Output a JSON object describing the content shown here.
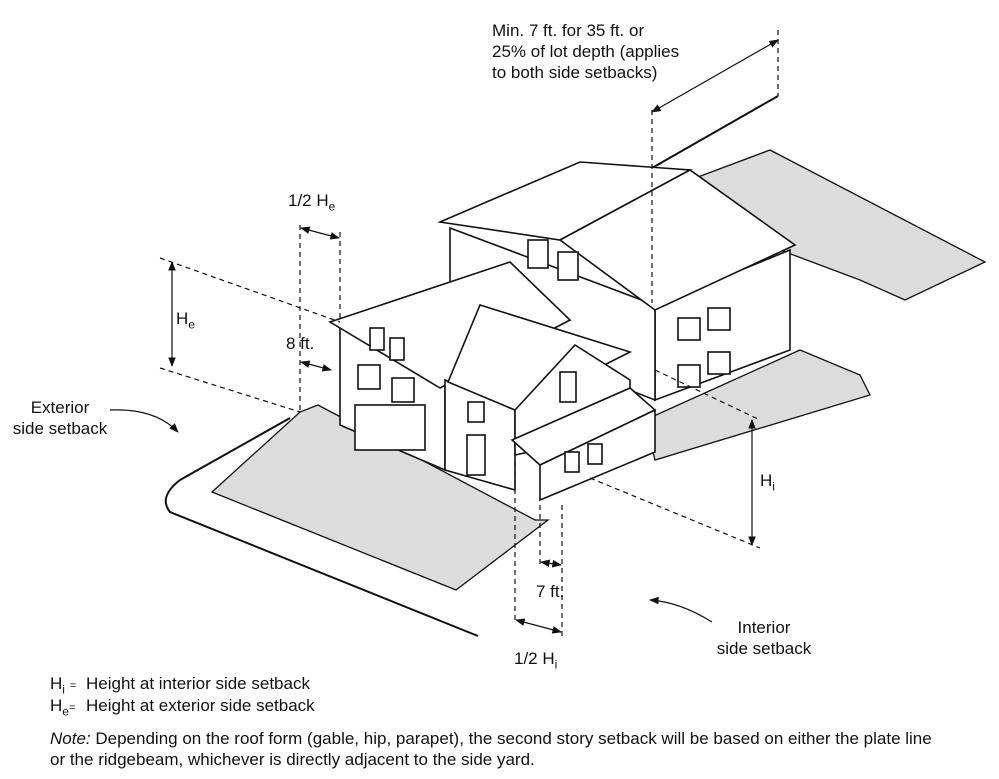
{
  "labels": {
    "min_setback_line1": "Min. 7 ft. for 35 ft. or",
    "min_setback_line2": "25% of lot depth (applies",
    "min_setback_line3": "to both side setbacks)",
    "half_he": "1/2 H",
    "half_he_sub": "e",
    "he": "H",
    "he_sub": "e",
    "eight_ft": "8 ft.",
    "exterior_line1": "Exterior",
    "exterior_line2": "side setback",
    "hi": "H",
    "hi_sub": "i",
    "seven_ft": "7 ft.",
    "half_hi": "1/2 H",
    "half_hi_sub": "i",
    "interior_line1": "Interior",
    "interior_line2": "side setback"
  },
  "legend": [
    {
      "symbol": "H",
      "sub": "i",
      "eq": "=",
      "text": "Height at interior side setback"
    },
    {
      "symbol": "H",
      "sub": "e",
      "eq": "=",
      "text": "Height at exterior side setback"
    }
  ],
  "note": {
    "prefix": "Note:",
    "text": " Depending on the roof form (gable, hip, parapet), the second story setback will be based on either the plate line or the ridgebeam, whichever is directly adjacent to the side yard."
  },
  "colors": {
    "shade": "#dcdcdc",
    "line": "#111111",
    "roof": "#ffffff"
  }
}
